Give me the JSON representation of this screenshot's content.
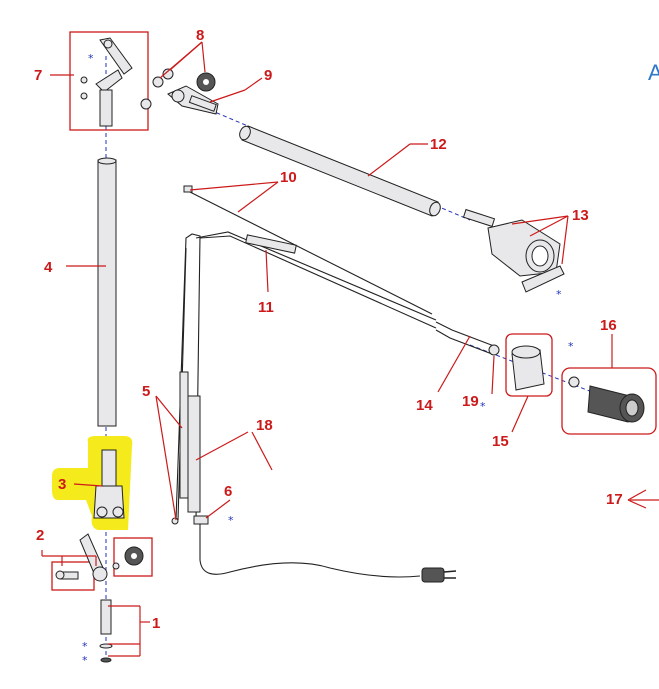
{
  "diagram": {
    "callouts": {
      "c1": "1",
      "c2": "2",
      "c3": "3",
      "c4": "4",
      "c5": "5",
      "c6": "6",
      "c7": "7",
      "c8": "8",
      "c9": "9",
      "c10": "10",
      "c11": "11",
      "c12": "12",
      "c13": "13",
      "c14": "14",
      "c15": "15",
      "c16": "16",
      "c17": "17",
      "c18": "18",
      "c19": "19"
    },
    "star_mark": "*",
    "edge_letter": "A",
    "colors": {
      "callout": "#cc1a1a",
      "highlight": "#f5ea1c",
      "axis_line": "#2233bb"
    }
  }
}
